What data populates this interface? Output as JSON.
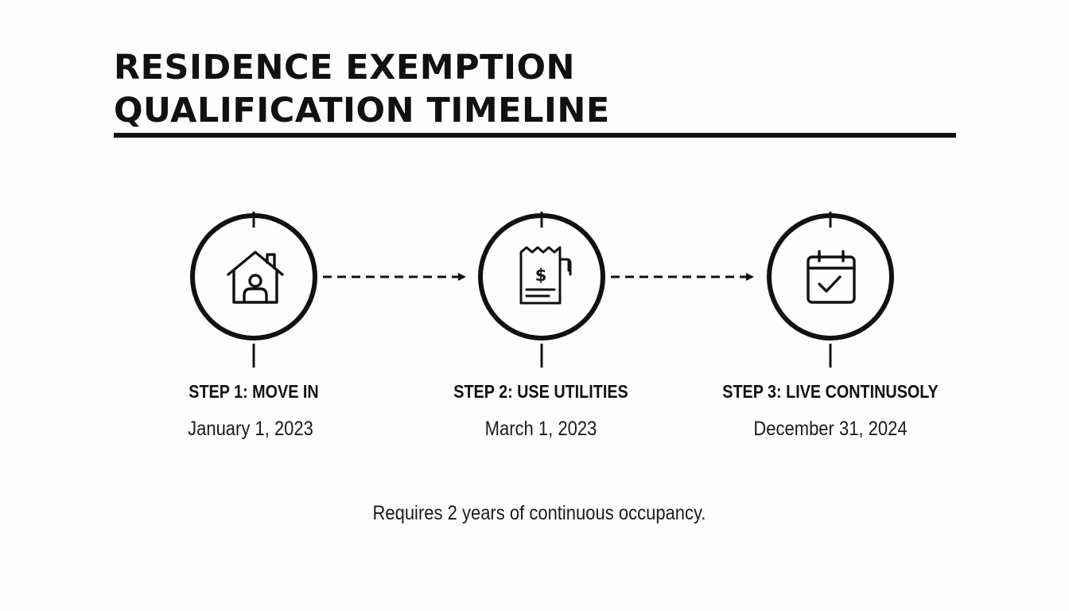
{
  "title": {
    "line1": "RESIDENCE EXEMPTION",
    "line2": "QUALIFICATION TIMELINE"
  },
  "steps": [
    {
      "label": "STEP 1: MOVE IN",
      "date": "January 1, 2023",
      "icon": "house-person-icon"
    },
    {
      "label": "STEP 2: USE UTILITIES",
      "date": "March 1, 2023",
      "icon": "utility-bill-icon"
    },
    {
      "label": "STEP 3: LIVE CONTINUSOLY",
      "date": "December 31, 2024",
      "icon": "calendar-check-icon"
    }
  ],
  "note": "Requires 2 years of continuous occupancy.",
  "colors": {
    "ink": "#111111",
    "background": "#fefefe"
  }
}
